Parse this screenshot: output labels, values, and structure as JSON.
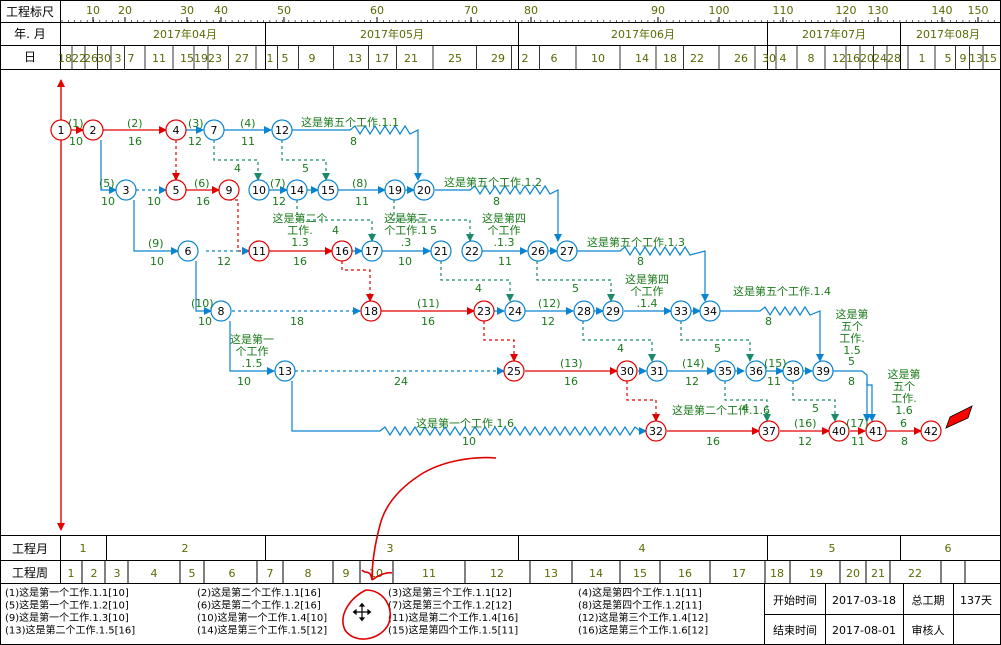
{
  "colors": {
    "grid": "#000000",
    "scale_text": "#556b00",
    "critical": "#e00000",
    "normal": "#0a84d0",
    "dashed_normal": "#0a84d0",
    "label": "#1a7a1a",
    "node_fill": "#ffffff",
    "flag": "#ff0000",
    "scribble": "#e00000"
  },
  "header": {
    "ruler_label": "工程标尺",
    "ym_label": "年. 月",
    "day_label": "日",
    "ruler_ticks": [
      "10",
      "20",
      "30",
      "40",
      "50",
      "60",
      "70",
      "80",
      "90",
      "100",
      "110",
      "120",
      "130",
      "140",
      "150"
    ],
    "months": [
      "2017年04月",
      "2017年05月",
      "2017年06月",
      "2017年07月",
      "2017年08月"
    ],
    "days": [
      "18",
      "22",
      "26",
      "30",
      "3",
      "7",
      "11",
      "15",
      "19",
      "23",
      "27",
      "1",
      "5",
      "9",
      "13",
      "17",
      "21",
      "25",
      "29",
      "2",
      "6",
      "10",
      "14",
      "18",
      "22",
      "26",
      "30",
      "4",
      "8",
      "12",
      "16",
      "20",
      "24",
      "28",
      "1",
      "5",
      "9",
      "13",
      "15"
    ]
  },
  "bottom_scale": {
    "month_label": "工程月",
    "week_label": "工程周",
    "months": [
      "1",
      "2",
      "3",
      "4",
      "5",
      "6"
    ],
    "weeks": [
      "1",
      "2",
      "3",
      "4",
      "5",
      "6",
      "7",
      "8",
      "9",
      "10",
      "11",
      "12",
      "13",
      "14",
      "15",
      "16",
      "17",
      "18",
      "19",
      "20",
      "21",
      "22"
    ]
  },
  "legend": [
    "(1)这是第一个工作.1.1[10]",
    "(2)这是第二个工作.1.1[16]",
    "(3)这是第三个工作.1.1[12]",
    "(4)这是第四个工作.1.1[11]",
    "(5)这是第一个工作.1.2[10]",
    "(6)这是第二个工作.1.2[16]",
    "(7)这是第三个工作.1.2[12]",
    "(8)这是第四个工作.1.2[11]",
    "(9)这是第一个工作.1.3[10]",
    "(10)这是第一个工作.1.4[10]",
    "(11)这是第二个工作.1.4[16]",
    "(12)这是第三个工作.1.4[12]",
    "(13)这是第二个工作.1.5[16]",
    "(14)这是第三个工作.1.5[12]",
    "(15)这是第四个工作.1.5[11]",
    "(16)这是第三个工作.1.6[12]"
  ],
  "info": {
    "start_label": "开始时间",
    "start_value": "2017-03-18",
    "duration_label": "总工期",
    "duration_value": "137天",
    "end_label": "结束时间",
    "end_value": "2017-08-01",
    "reviewer_label": "审核人"
  },
  "nodes": [
    "1",
    "2",
    "3",
    "4",
    "5",
    "6",
    "7",
    "8",
    "9",
    "10",
    "11",
    "12",
    "13",
    "14",
    "15",
    "16",
    "17",
    "18",
    "19",
    "20",
    "21",
    "22",
    "23",
    "24",
    "25",
    "26",
    "27",
    "28",
    "29",
    "30",
    "31",
    "32",
    "33",
    "34",
    "35",
    "36",
    "37",
    "38",
    "39",
    "40",
    "41",
    "42"
  ],
  "activity_names": [
    "这是第五个工作.1.1",
    "这是第五个工作.1.2",
    "这是第五个工作.1.3",
    "这是第五个工作.1.4",
    "这是第二个工作.1.3",
    "这是第三个工作.1.3",
    "这是第四个工作.1.3",
    "这是第四个工作.1.4",
    "这是第一个工作.1.5",
    "这是第一个工作.1.6",
    "这是第二个工作.1.6",
    "这是第五个工作.1.5",
    "这是第五个工作.1.6"
  ],
  "activity_ids": [
    "(1)",
    "(2)",
    "(3)",
    "(4)",
    "(5)",
    "(6)",
    "(7)",
    "(8)",
    "(9)",
    "(10)",
    "(11)",
    "(12)",
    "(13)",
    "(14)",
    "(15)",
    "(16)",
    "(17)"
  ],
  "durations": [
    "10",
    "16",
    "12",
    "11",
    "10",
    "16",
    "12",
    "11",
    "10",
    "10",
    "16",
    "12",
    "16",
    "12",
    "11",
    "12",
    "11",
    "8",
    "6",
    "5",
    "4",
    "18",
    "24",
    "5",
    "4",
    "5",
    "4",
    "4"
  ]
}
